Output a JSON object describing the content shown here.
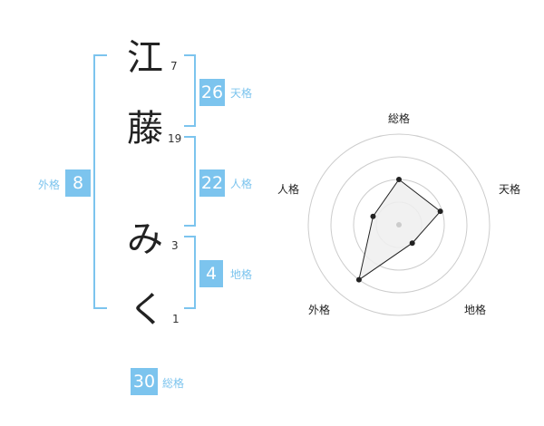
{
  "name": {
    "chars": [
      {
        "char": "江",
        "strokes": "7"
      },
      {
        "char": "藤",
        "strokes": "19"
      },
      {
        "char": "み",
        "strokes": "3"
      },
      {
        "char": "く",
        "strokes": "1"
      }
    ]
  },
  "fortune": {
    "tenkaku": {
      "label": "天格",
      "value": "26"
    },
    "jinkaku": {
      "label": "人格",
      "value": "22"
    },
    "chikaku": {
      "label": "地格",
      "value": "4"
    },
    "gaikaku": {
      "label": "外格",
      "value": "8"
    },
    "soukaku": {
      "label": "総格",
      "value": "30"
    }
  },
  "chart_data": {
    "type": "radar",
    "axes": [
      "総格",
      "天格",
      "地格",
      "外格",
      "人格"
    ],
    "grid_rings": 4,
    "values": [
      0.5,
      0.48,
      0.25,
      0.75,
      0.3
    ],
    "colors": {
      "fill": "#efefef",
      "line": "#222222",
      "grid": "#cccccc",
      "center": "#cccccc"
    }
  }
}
